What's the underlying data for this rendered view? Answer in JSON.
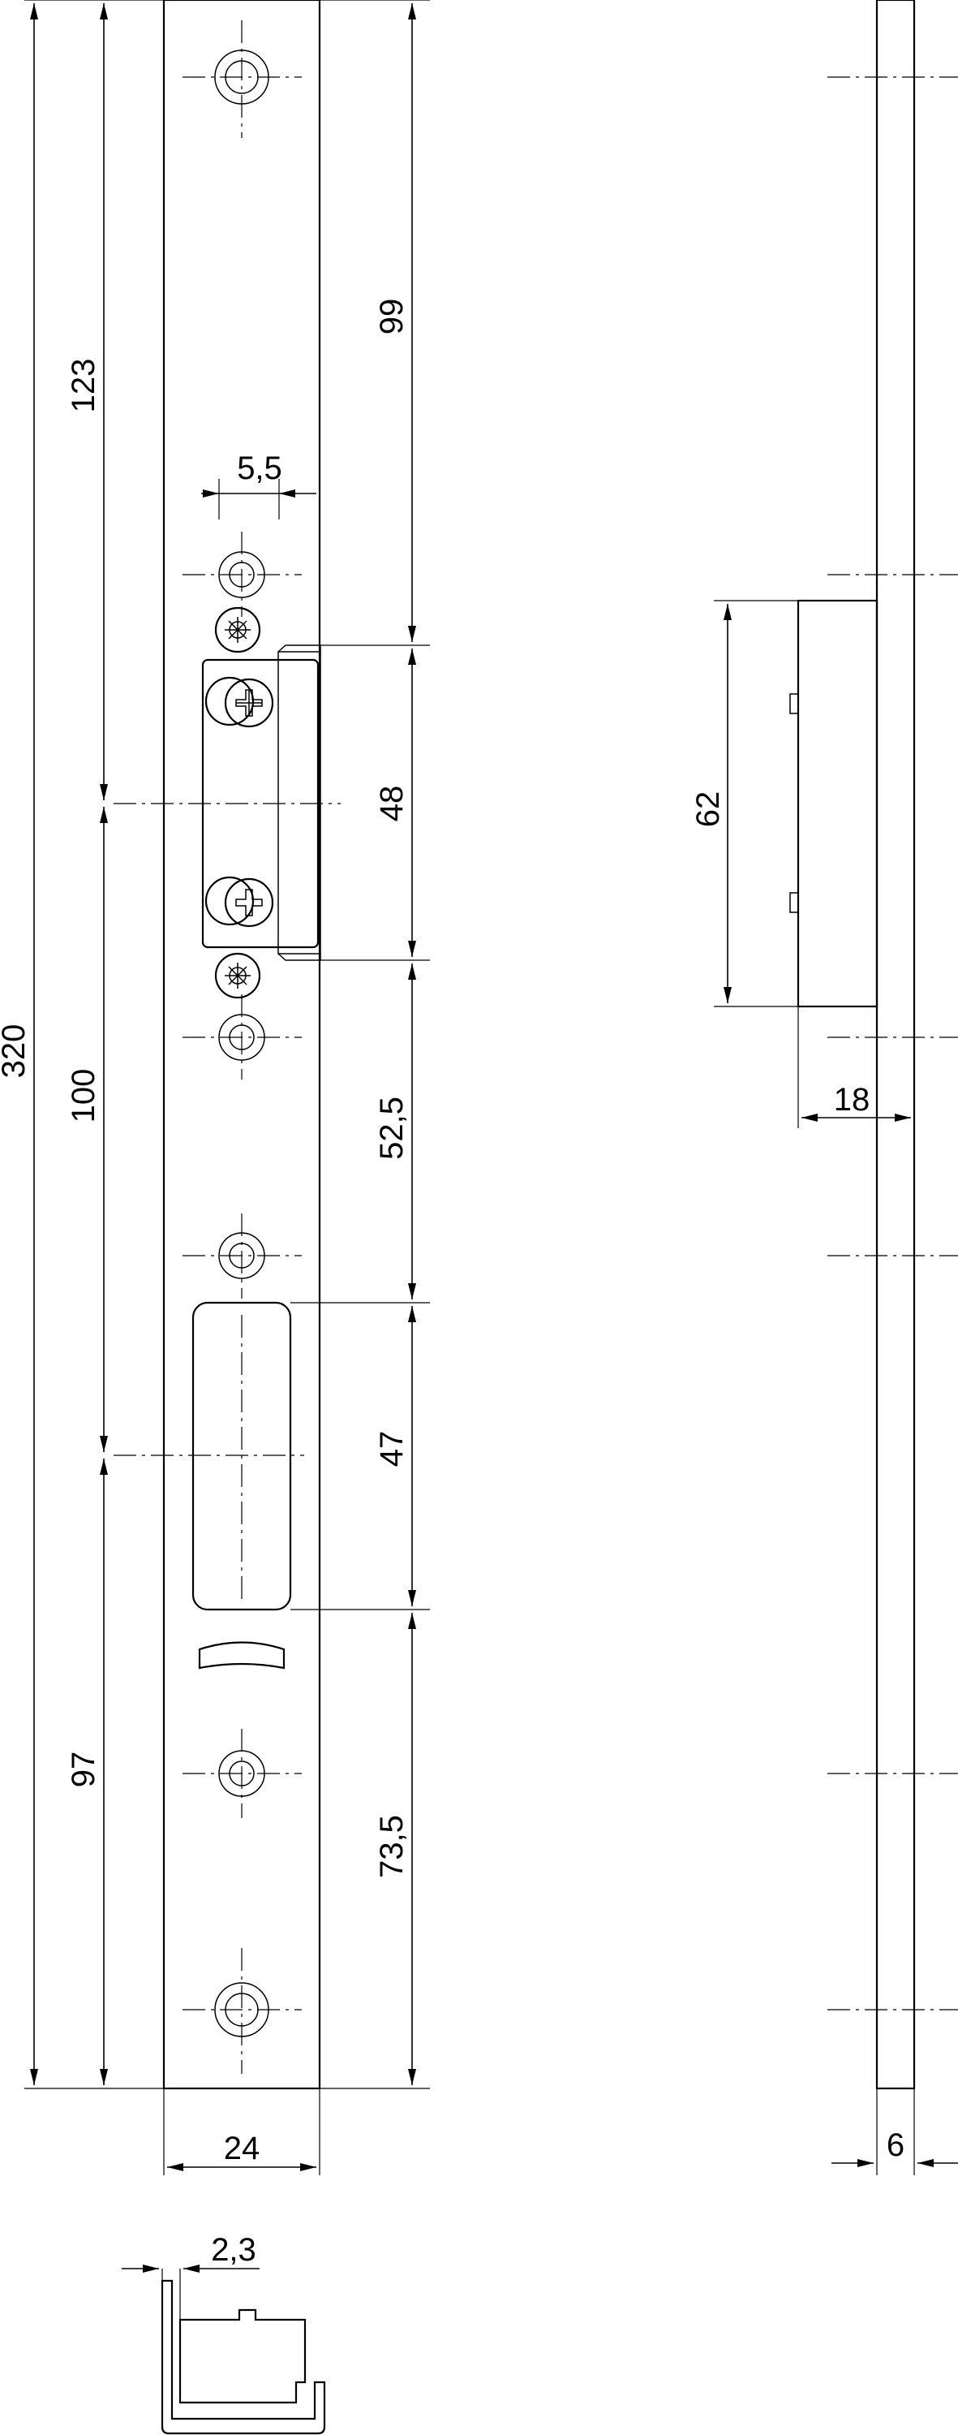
{
  "drawing": {
    "front_view": {
      "dimensions": {
        "total_height": "320",
        "top_to_keeper_center": "123",
        "keeper_center_to_slot_center": "100",
        "slot_center_to_bottom": "97",
        "top_to_keeper": "99",
        "keeper_height": "48",
        "keeper_to_slot": "52,5",
        "slot_height": "47",
        "slot_to_bottom": "73,5",
        "hole_offset": "5,5",
        "plate_width": "24"
      }
    },
    "side_view": {
      "dimensions": {
        "keeper_length": "62",
        "projection": "18",
        "plate_thickness": "6"
      }
    },
    "section_view": {
      "dimensions": {
        "edge_offset": "2,3"
      }
    }
  }
}
